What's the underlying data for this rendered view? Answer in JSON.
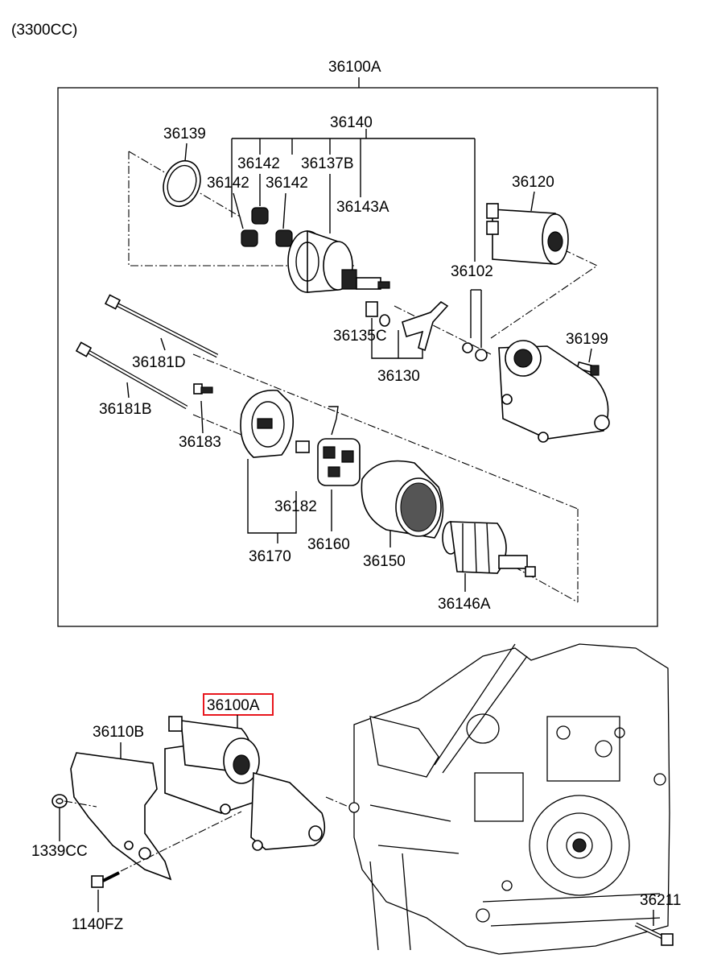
{
  "header": {
    "engine_label": "(3300CC)"
  },
  "assembly": {
    "label": "36100A"
  },
  "parts": {
    "p36140": "36140",
    "p36139": "36139",
    "p36142a": "36142",
    "p36142b": "36142",
    "p36142c": "36142",
    "p36137B": "36137B",
    "p36143A": "36143A",
    "p36120": "36120",
    "p36102": "36102",
    "p36135C": "36135C",
    "p36130": "36130",
    "p36199": "36199",
    "p36181D": "36181D",
    "p36181B": "36181B",
    "p36183": "36183",
    "p36182": "36182",
    "p36160": "36160",
    "p36170": "36170",
    "p36150": "36150",
    "p36146A": "36146A"
  },
  "lower": {
    "highlight": "36100A",
    "p36110B": "36110B",
    "p1339CC": "1339CC",
    "p1140FZ": "1140FZ",
    "p36211": "36211"
  },
  "colors": {
    "highlight_border": "#e8161d",
    "line": "#000000"
  }
}
